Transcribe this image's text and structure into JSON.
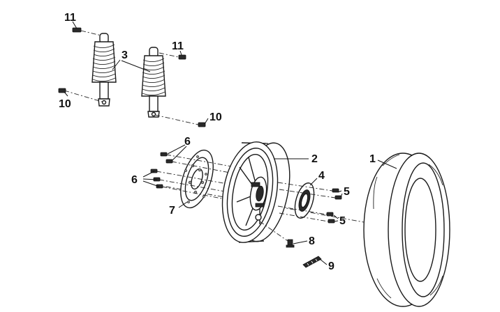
{
  "diagram": {
    "callouts": {
      "tire": "1",
      "wheel_rim": "2",
      "shock_absorber": "3",
      "brake_sensor_plate": "4",
      "rim_bolts": "5",
      "disc_bolts": "6",
      "brake_disc": "7",
      "valve": "8",
      "balance_weight": "9",
      "lower_mount_bolt": "10",
      "upper_mount_bolt": "11"
    }
  }
}
